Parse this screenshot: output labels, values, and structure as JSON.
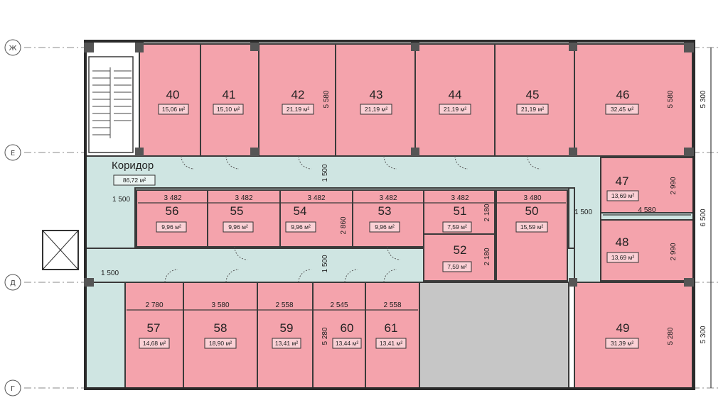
{
  "axes": {
    "zh": "Ж",
    "e": "Е",
    "d": "Д",
    "g": "Г"
  },
  "corridor": {
    "title": "Коридор",
    "area": "86,72 м²"
  },
  "rooms": [
    {
      "id": "40",
      "area": "15,06 м²"
    },
    {
      "id": "41",
      "area": "15,10 м²"
    },
    {
      "id": "42",
      "area": "21,19 м²"
    },
    {
      "id": "43",
      "area": "21,19 м²"
    },
    {
      "id": "44",
      "area": "21,19 м²"
    },
    {
      "id": "45",
      "area": "21,19 м²"
    },
    {
      "id": "46",
      "area": "32,45 м²"
    },
    {
      "id": "47",
      "area": "13,69 м²"
    },
    {
      "id": "48",
      "area": "13,69 м²"
    },
    {
      "id": "49",
      "area": "31,39 м²"
    },
    {
      "id": "50",
      "area": "15,59 м²"
    },
    {
      "id": "51",
      "area": "7,59 м²"
    },
    {
      "id": "52",
      "area": "7,59 м²"
    },
    {
      "id": "53",
      "area": "9,96 м²"
    },
    {
      "id": "54",
      "area": "9,96 м²"
    },
    {
      "id": "55",
      "area": "9,96 м²"
    },
    {
      "id": "56",
      "area": "9,96 м²"
    },
    {
      "id": "57",
      "area": "14,68 м²"
    },
    {
      "id": "58",
      "area": "18,90 м²"
    },
    {
      "id": "59",
      "area": "13,41 м²"
    },
    {
      "id": "60",
      "area": "13,44 м²"
    },
    {
      "id": "61",
      "area": "13,41 м²"
    }
  ],
  "dims": {
    "d5580a": "5 580",
    "d5580b": "5 580",
    "d5300a": "5 300",
    "d6500": "6 500",
    "d5300b": "5 300",
    "d5280a": "5 280",
    "d5280b": "5 280",
    "d1500a": "1 500",
    "d1500b": "1 500",
    "d1500c": "1 500",
    "d1500d": "1 500",
    "d1500e": "1 500",
    "d3482a": "3 482",
    "d3482b": "3 482",
    "d3482c": "3 482",
    "d3482d": "3 482",
    "d3482e": "3 482",
    "d3480": "3 480",
    "d2860": "2 860",
    "d2180a": "2 180",
    "d2180b": "2 180",
    "d2990a": "2 990",
    "d2990b": "2 990",
    "d4580": "4 580",
    "d2780": "2 780",
    "d3580": "3 580",
    "d2558a": "2 558",
    "d2545": "2 545",
    "d2558b": "2 558"
  }
}
